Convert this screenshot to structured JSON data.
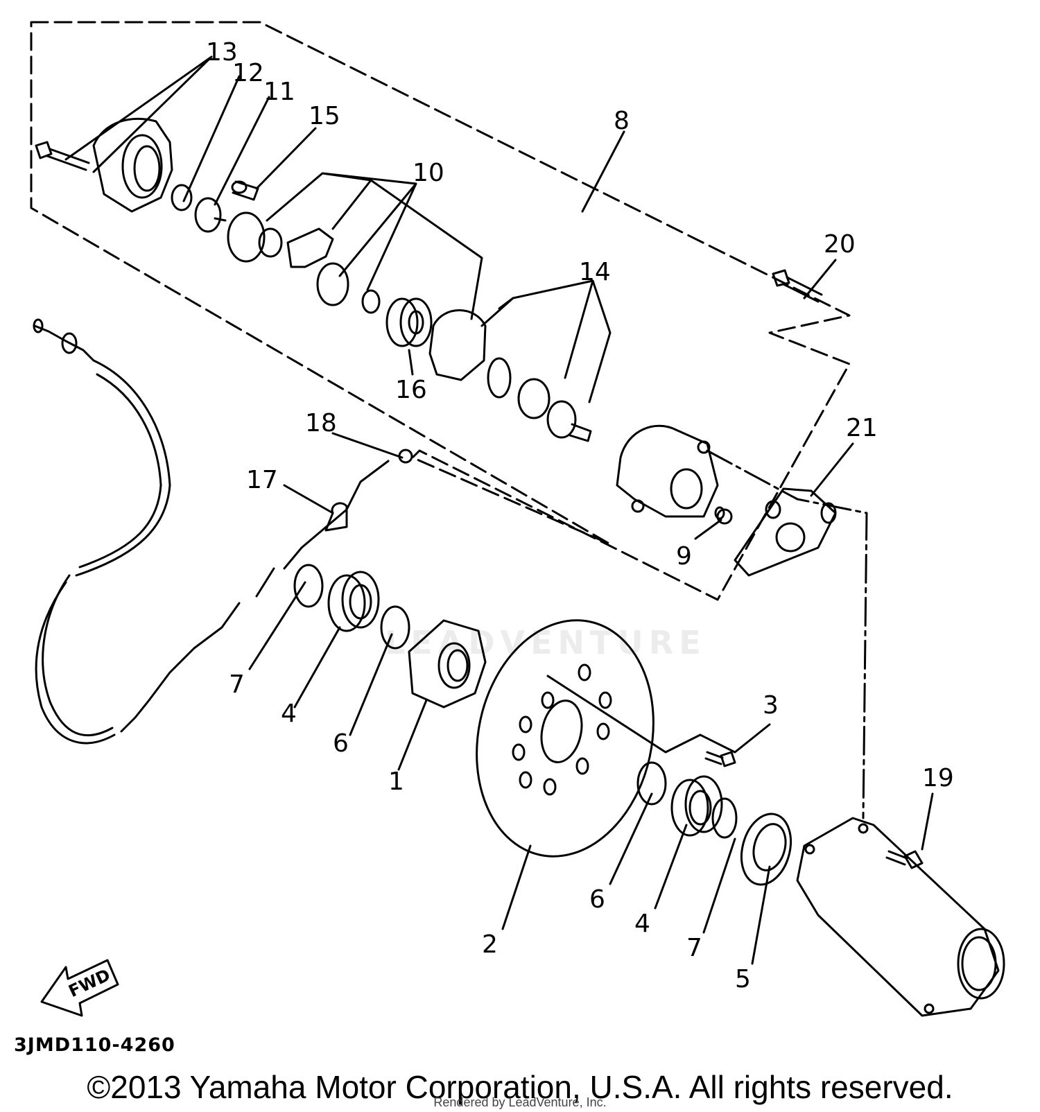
{
  "diagram": {
    "diagram_code": "3JMD110-4260",
    "fwd_label": "FWD",
    "watermark": "LEADVENTURE",
    "callouts": [
      "1",
      "2",
      "3",
      "4",
      "4",
      "5",
      "6",
      "6",
      "7",
      "7",
      "8",
      "9",
      "10",
      "11",
      "12",
      "13",
      "14",
      "15",
      "16",
      "17",
      "18",
      "19",
      "20",
      "21"
    ]
  },
  "footer": {
    "copyright": "©2013 Yamaha Motor Corporation, U.S.A. All rights reserved.",
    "rendered_by": "Rendered by LeadVenture, Inc."
  },
  "colors": {
    "ink": "#000000",
    "background": "#ffffff",
    "watermark": "#ececec"
  }
}
